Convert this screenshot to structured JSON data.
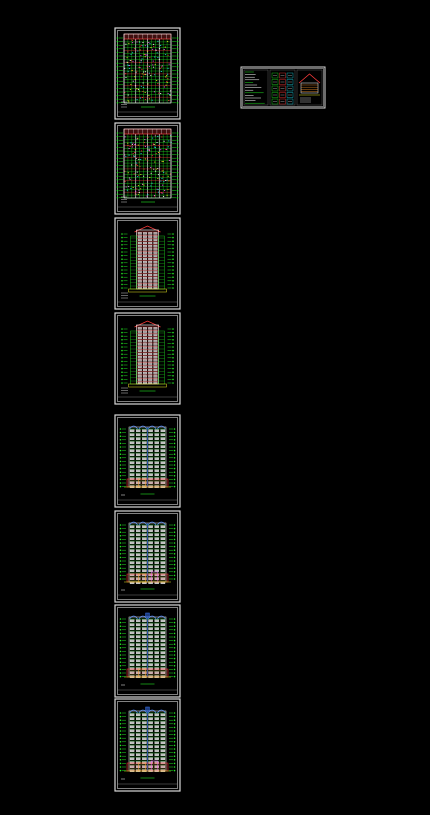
{
  "viewport": {
    "background": "#000000"
  },
  "palette": {
    "frame": "#d8d8d8",
    "dim": "#9a9a9a",
    "green": "#22e622",
    "red": "#ff3b3b",
    "blue": "#3b7bff",
    "white": "#ffffff",
    "magenta": "#ff55ff",
    "yellow": "#e6e622",
    "cyan": "#22d8e6",
    "orange": "#ff9a30"
  },
  "sheets": [
    {
      "id": "sheet-1",
      "kind": "floor-plan"
    },
    {
      "id": "sheet-2",
      "kind": "floor-plan"
    },
    {
      "id": "sheet-3",
      "kind": "elevation-tower"
    },
    {
      "id": "sheet-4",
      "kind": "elevation-tower"
    },
    {
      "id": "sheet-5",
      "kind": "section"
    },
    {
      "id": "sheet-6",
      "kind": "section"
    },
    {
      "id": "sheet-7",
      "kind": "section"
    },
    {
      "id": "sheet-8",
      "kind": "section"
    }
  ],
  "detail_sheet": {
    "panels": [
      "text-table",
      "detail-grid",
      "roof-detail"
    ]
  }
}
